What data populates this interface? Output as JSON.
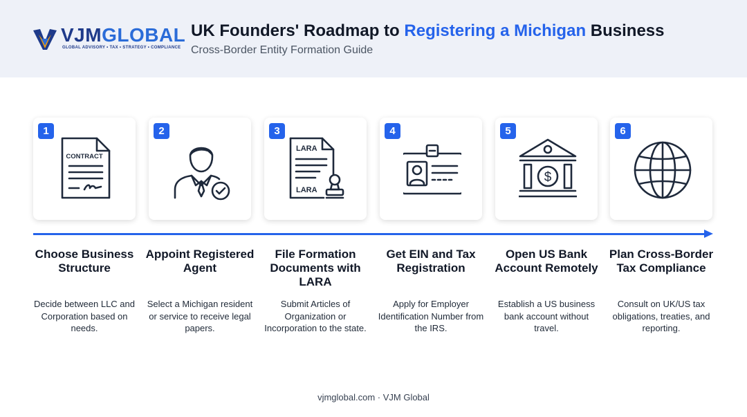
{
  "logo": {
    "brand_part1": "VJM",
    "brand_part2": "GLOBAL",
    "tagline": "GLOBAL ADVISORY • TAX • STRATEGY • COMPLIANCE"
  },
  "header": {
    "title_prefix": "UK Founders' Roadmap to ",
    "title_highlight": "Registering a Michigan",
    "title_suffix": " Business",
    "subtitle": "Cross-Border Entity Formation Guide"
  },
  "colors": {
    "accent": "#2563eb",
    "header_bg": "#eef1f8",
    "icon_stroke": "#1e293b"
  },
  "steps": [
    {
      "number": "1",
      "icon": "contract-document-icon",
      "icon_text": "CONTRACT",
      "title": "Choose Business Structure",
      "description": "Decide between LLC and Corporation based on needs."
    },
    {
      "number": "2",
      "icon": "agent-person-check-icon",
      "title": "Appoint Registered Agent",
      "description": "Select a Michigan resident or service to receive legal papers."
    },
    {
      "number": "3",
      "icon": "lara-documents-stamp-icon",
      "icon_text_top": "LARA",
      "icon_text_bottom": "LARA",
      "title": "File Formation Documents with LARA",
      "description": "Submit Articles of Organization or Incorporation to the state."
    },
    {
      "number": "4",
      "icon": "id-card-badge-icon",
      "title": "Get EIN and Tax Registration",
      "description": "Apply for Employer Identification Number from the IRS."
    },
    {
      "number": "5",
      "icon": "bank-dollar-icon",
      "icon_text": "$",
      "title": "Open US Bank Account Remotely",
      "description": "Establish a US business bank account without travel."
    },
    {
      "number": "6",
      "icon": "globe-icon",
      "title": "Plan Cross-Border Tax Compliance",
      "description": "Consult on UK/US tax obligations, treaties, and reporting."
    }
  ],
  "footer": {
    "text": "vjmglobal.com · VJM Global"
  }
}
